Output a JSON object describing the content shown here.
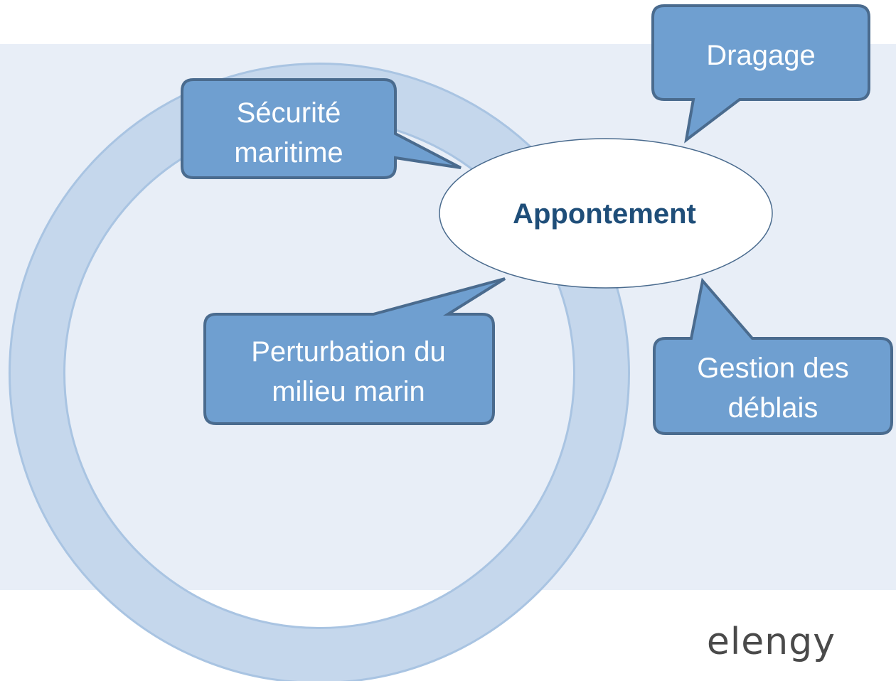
{
  "diagram": {
    "center": {
      "label": "Appontement"
    },
    "callouts": {
      "dragage": {
        "label": "Dragage"
      },
      "securite": {
        "line1": "Sécurité",
        "line2": "maritime"
      },
      "perturbation": {
        "line1": "Perturbation du",
        "line2": "milieu marin"
      },
      "gestion": {
        "line1": "Gestion des",
        "line2": "déblais"
      }
    }
  },
  "logo": {
    "text": "elengy"
  },
  "colors": {
    "background_band": "#e8eef7",
    "ring": "#c5d7ec",
    "ring_stroke": "#a9c4e2",
    "callout_fill": "#6f9fd0",
    "callout_stroke": "#4a6b8e",
    "center_text": "#1f4e79",
    "logo_text": "#4a4a4a"
  }
}
